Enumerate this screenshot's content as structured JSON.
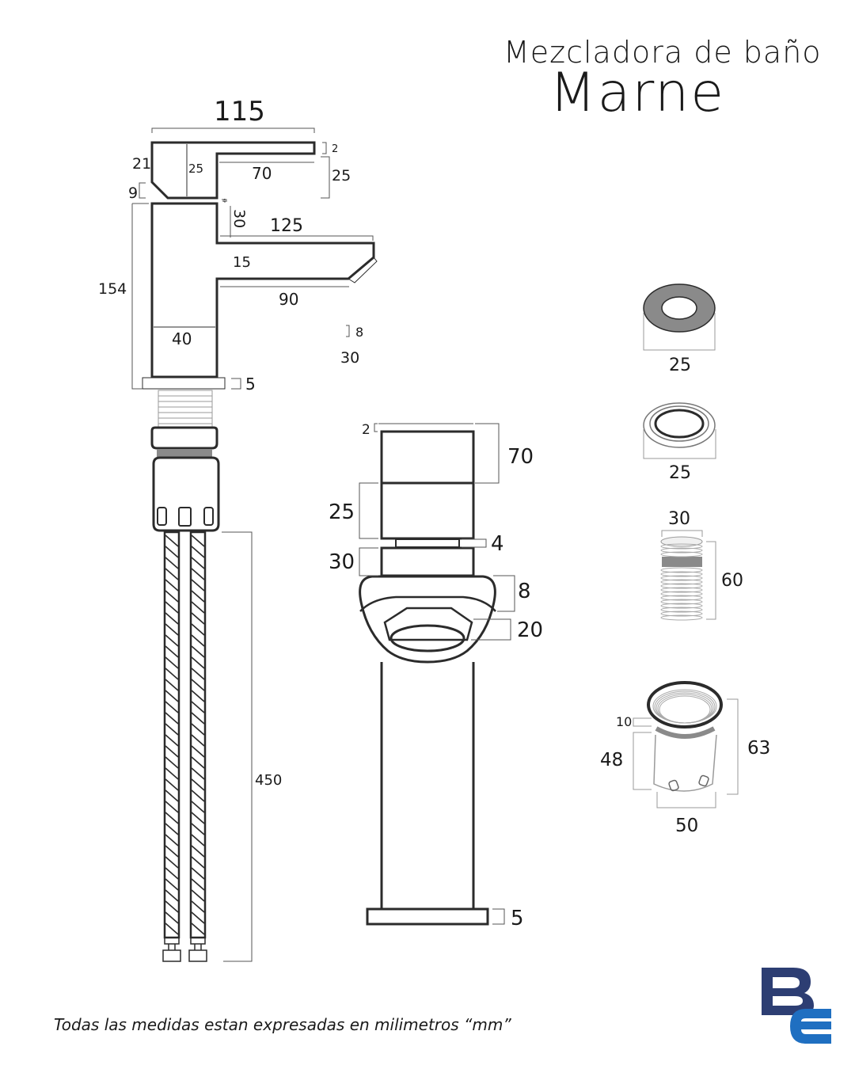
{
  "header": {
    "subtitle": "Mezcladora de baño",
    "title": "Marne"
  },
  "footer": {
    "note": "Todas las medidas estan expresadas en milimetros “mm”"
  },
  "side_view": {
    "dims": {
      "overall_top_width": "115",
      "lever_gap": "2",
      "lever_left_height": "21",
      "lever_inner_height": "25",
      "lever_arm_length": "70",
      "lever_right_height": "25",
      "gap_lever_body": "9",
      "gap_small": "4",
      "spout_top_offset": "30",
      "spout_length": "125",
      "spout_thickness": "15",
      "body_height": "154",
      "spout_bottom_length": "90",
      "body_width": "40",
      "aerator_small": "8",
      "aerator_width": "30",
      "base_height": "5",
      "hose_length": "450"
    }
  },
  "front_view": {
    "dims": {
      "top_gap": "2",
      "lever_height": "70",
      "cartridge_height": "25",
      "neck_gap": "4",
      "collar_height": "30",
      "spout_height": "8",
      "aerator_height": "20",
      "base_height": "5"
    }
  },
  "parts": {
    "washer_flat": "25",
    "washer_ring": "25",
    "threaded_rod_width": "30",
    "threaded_rod_height": "60",
    "nut_top": "10",
    "nut_body": "48",
    "nut_total": "63",
    "nut_width": "50"
  },
  "logo": {
    "letters": "BE",
    "colors": {
      "b": "#2d3e73",
      "e": "#1f6fc1"
    }
  },
  "colors": {
    "line": "#2b2b2b",
    "fill_gray": "#8a8a8a",
    "thin_line": "#9a9a9a"
  }
}
